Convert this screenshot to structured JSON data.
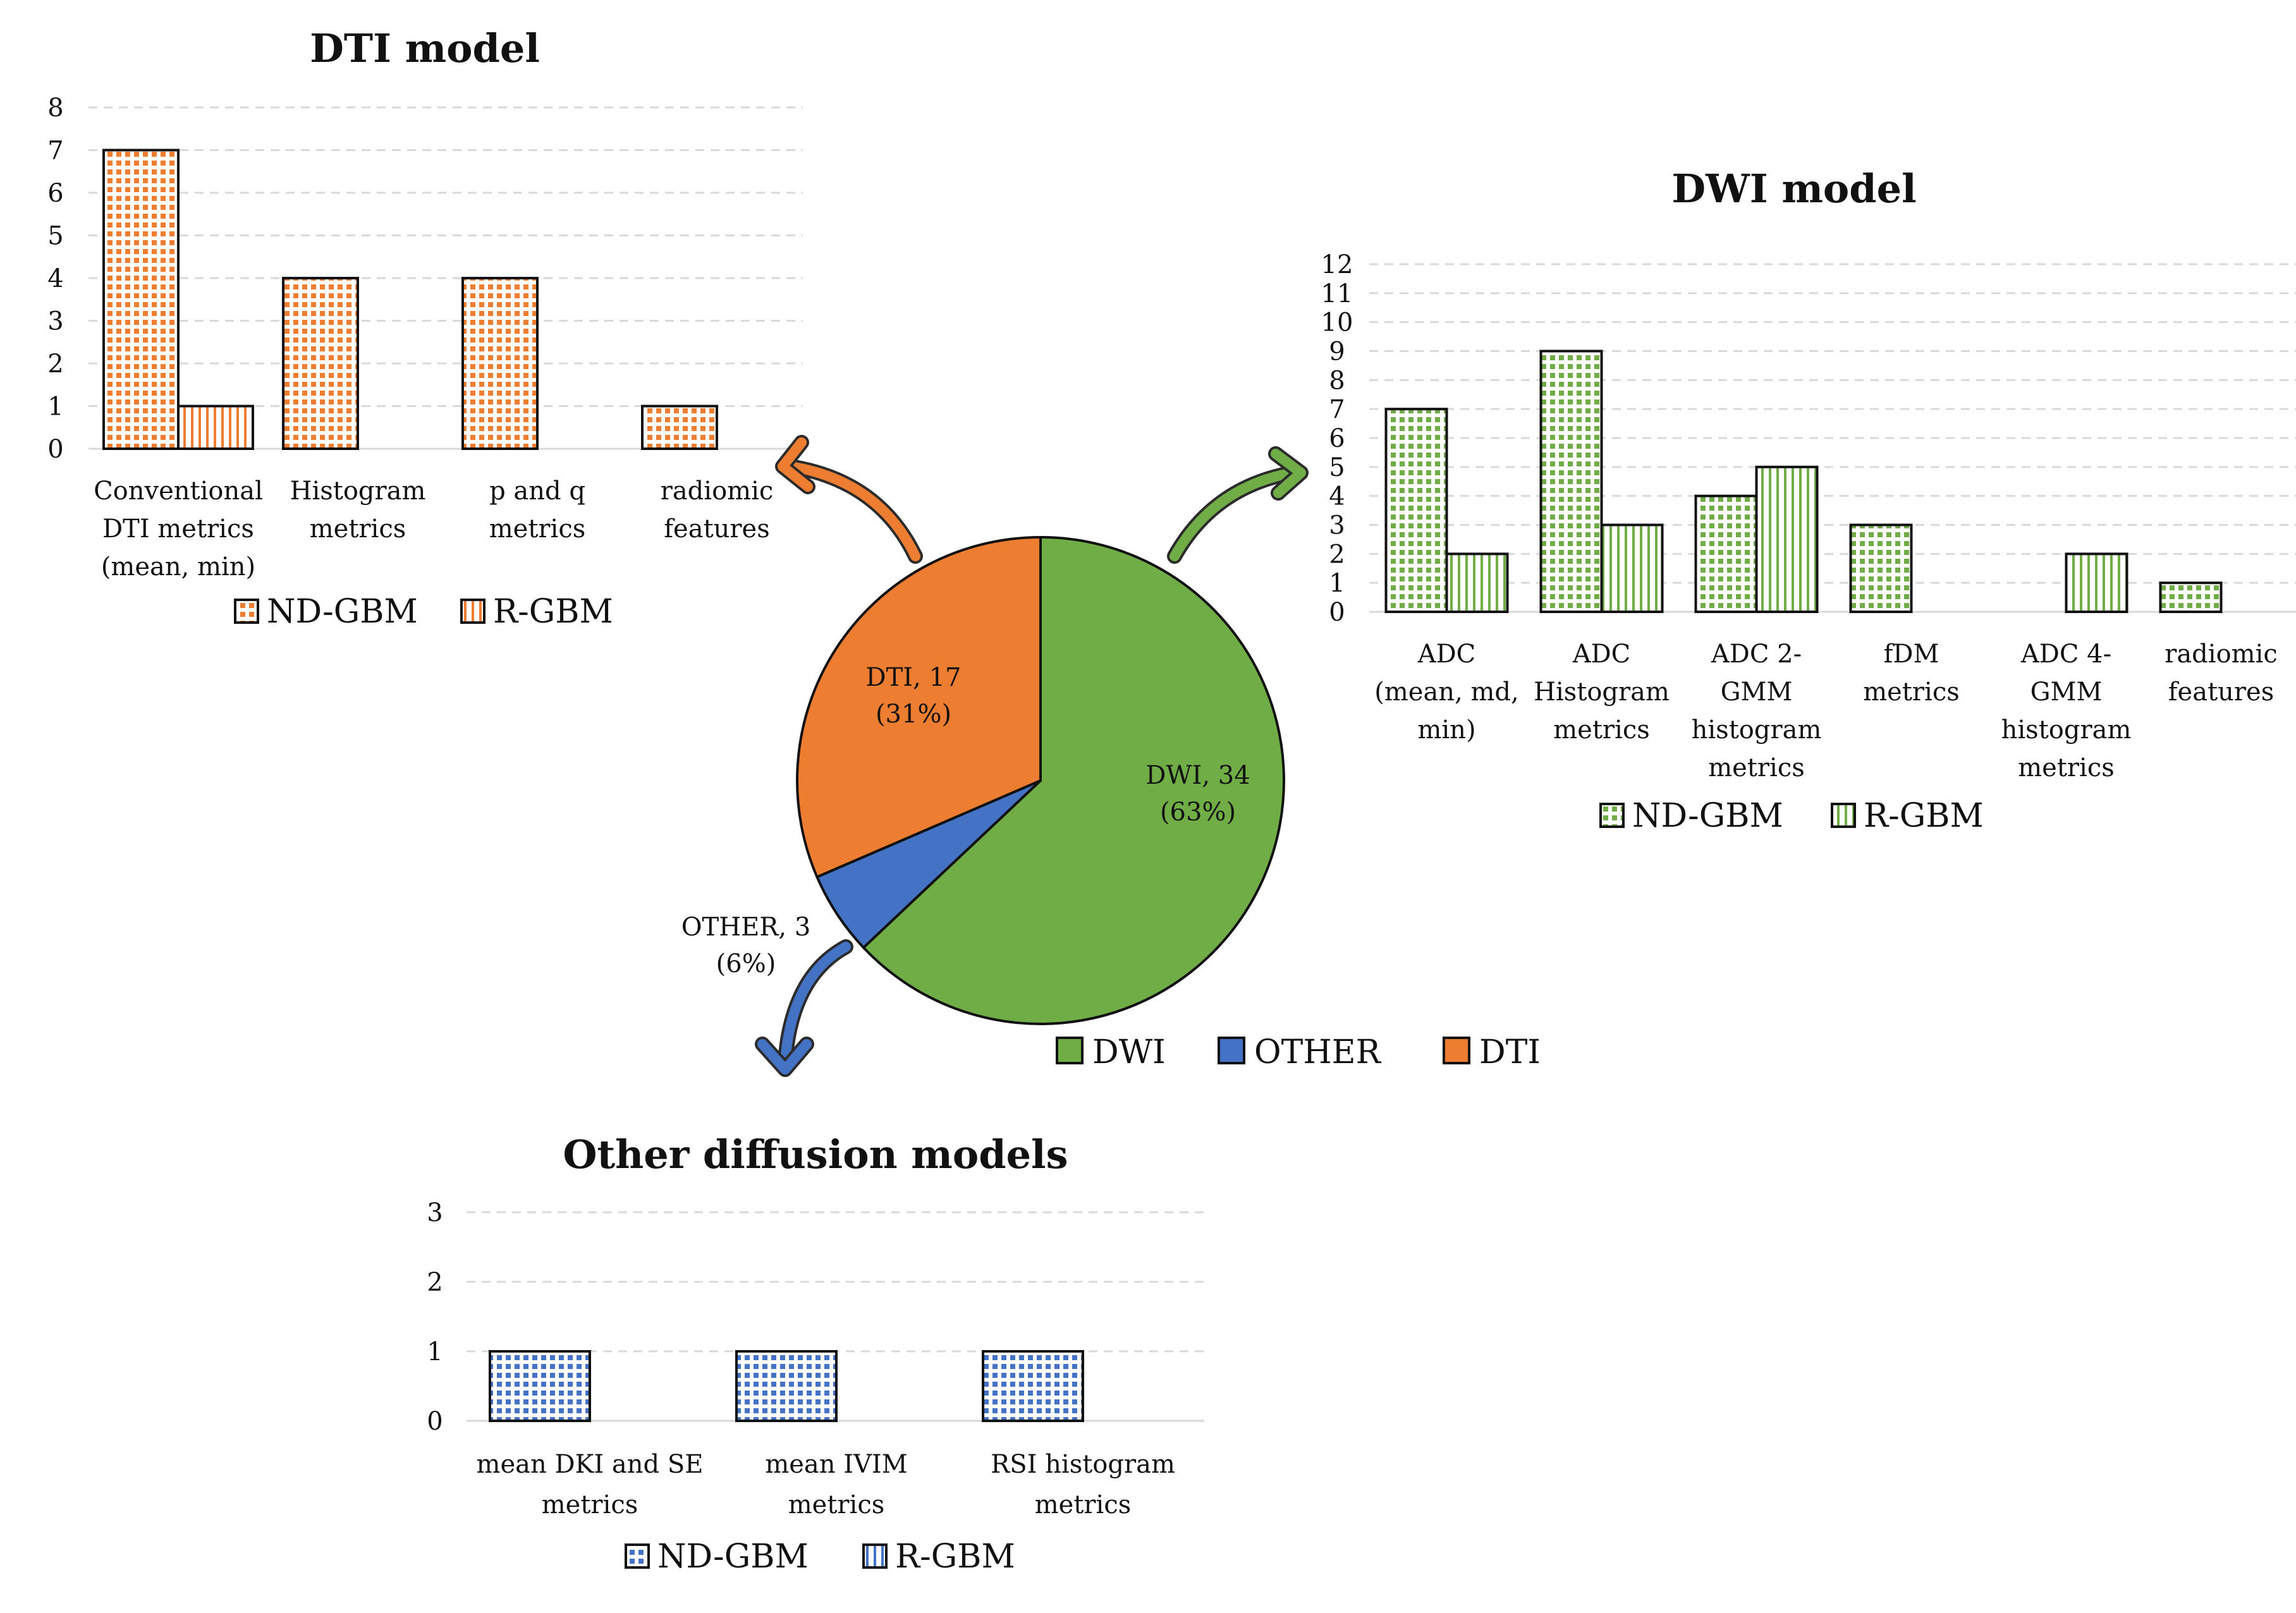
{
  "figure": {
    "series_names": [
      "ND-GBM",
      "R-GBM"
    ],
    "colors": {
      "dti": "#ED7D31",
      "dwi": "#70AD47",
      "other": "#4472C4"
    }
  },
  "chart_data": [
    {
      "id": "dti",
      "type": "bar",
      "title": "DTI model",
      "categories": [
        [
          "Conventional",
          "DTI metrics",
          "(mean, min)"
        ],
        [
          "Histogram",
          "metrics"
        ],
        [
          "p and q",
          "metrics"
        ],
        [
          "radiomic",
          "features"
        ]
      ],
      "series": [
        {
          "name": "ND-GBM",
          "values": [
            7,
            4,
            4,
            1
          ]
        },
        {
          "name": "R-GBM",
          "values": [
            1,
            0,
            0,
            0
          ]
        }
      ],
      "ylim": [
        0,
        8
      ],
      "yticks": [
        0,
        1,
        2,
        3,
        4,
        5,
        6,
        7,
        8
      ],
      "grid": true,
      "legend": "bottom"
    },
    {
      "id": "dwi",
      "type": "bar",
      "title": "DWI model",
      "categories": [
        [
          "ADC",
          "(mean, md,",
          "min)"
        ],
        [
          "ADC",
          "Histogram",
          "metrics"
        ],
        [
          "ADC 2-",
          "GMM",
          "histogram",
          "metrics"
        ],
        [
          "fDM",
          "metrics"
        ],
        [
          "ADC 4-",
          "GMM",
          "histogram",
          "metrics"
        ],
        [
          "radiomic",
          "features"
        ]
      ],
      "series": [
        {
          "name": "ND-GBM",
          "values": [
            7,
            9,
            4,
            3,
            0,
            1
          ]
        },
        {
          "name": "R-GBM",
          "values": [
            2,
            3,
            5,
            0,
            2,
            0
          ]
        }
      ],
      "ylim": [
        0,
        12
      ],
      "yticks": [
        0,
        1,
        2,
        3,
        4,
        5,
        6,
        7,
        8,
        9,
        10,
        11,
        12
      ],
      "grid": true,
      "legend": "bottom"
    },
    {
      "id": "other",
      "type": "bar",
      "title": "Other diffusion models",
      "categories": [
        [
          "mean DKI and SE",
          "metrics"
        ],
        [
          "mean IVIM",
          "metrics"
        ],
        [
          "RSI histogram",
          "metrics"
        ]
      ],
      "series": [
        {
          "name": "ND-GBM",
          "values": [
            1,
            1,
            1
          ]
        },
        {
          "name": "R-GBM",
          "values": [
            0,
            0,
            0
          ]
        }
      ],
      "ylim": [
        0,
        3
      ],
      "yticks": [
        0,
        1,
        2,
        3
      ],
      "grid": true,
      "legend": "bottom"
    },
    {
      "id": "pie",
      "type": "pie",
      "slices": [
        {
          "name": "DWI",
          "value": 34,
          "percent": "63%",
          "label": [
            "DWI, 34",
            "(63%)"
          ]
        },
        {
          "name": "OTHER",
          "value": 3,
          "percent": "6%",
          "label": [
            "OTHER, 3",
            "(6%)"
          ]
        },
        {
          "name": "DTI",
          "value": 17,
          "percent": "31%",
          "label": [
            "DTI, 17",
            "(31%)"
          ]
        }
      ],
      "legend": [
        "DWI",
        "OTHER",
        "DTI"
      ],
      "legend_position": "bottom"
    }
  ]
}
